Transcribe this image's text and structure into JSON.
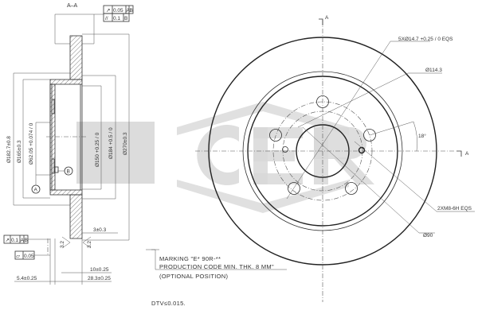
{
  "section_view": {
    "title": "A–A",
    "gdt_top": [
      {
        "symbol": "runout",
        "value": "0.05",
        "datums": [
          "A",
          "B"
        ]
      },
      {
        "symbol": "parallelism",
        "value": "0.1",
        "datums": [
          "B"
        ]
      }
    ],
    "gdt_left": [
      {
        "symbol": "runout",
        "value": "0.1",
        "datums": [
          "A",
          "B"
        ]
      },
      {
        "symbol": "flatness",
        "value": "0.05",
        "datums": []
      }
    ],
    "datum_labels": [
      "A",
      "B"
    ],
    "vertical_dims": [
      "Ø182.7±0.8",
      "Ø165±0.3",
      "Ø62.05 +0.074 / 0",
      "Ø150 +0.25 / 0",
      "Ø184 +0.5 / 0",
      "Ø270±0.3"
    ],
    "horizontal_dims": [
      "3±0.3",
      "10±0.25",
      "28.3±0.25",
      "5.4±0.25"
    ],
    "surface_finish": [
      "3.2",
      "3.2"
    ]
  },
  "front_view": {
    "section_markers": [
      "A",
      "A"
    ],
    "callouts": [
      {
        "id": "bolt-holes",
        "text": "5XØ14.7 +0.25 / 0 EQS"
      },
      {
        "id": "pcd",
        "text": "Ø114.3"
      },
      {
        "id": "angle",
        "text": "18°"
      },
      {
        "id": "threads",
        "text": "2XM8-6H EQS"
      },
      {
        "id": "center-bore-diam",
        "text": "Ø90"
      }
    ]
  },
  "notes": {
    "marking_line1": "MARKING \"E* 90R-**",
    "marking_line2": "PRODUCTION CODE  MIN. THK. 8 MM\"",
    "marking_line3": "(OPTIONAL POSITION)",
    "dtv": "DTV≤0.015."
  },
  "watermark": {
    "text": "ICER",
    "color": "#d8d8d8"
  }
}
